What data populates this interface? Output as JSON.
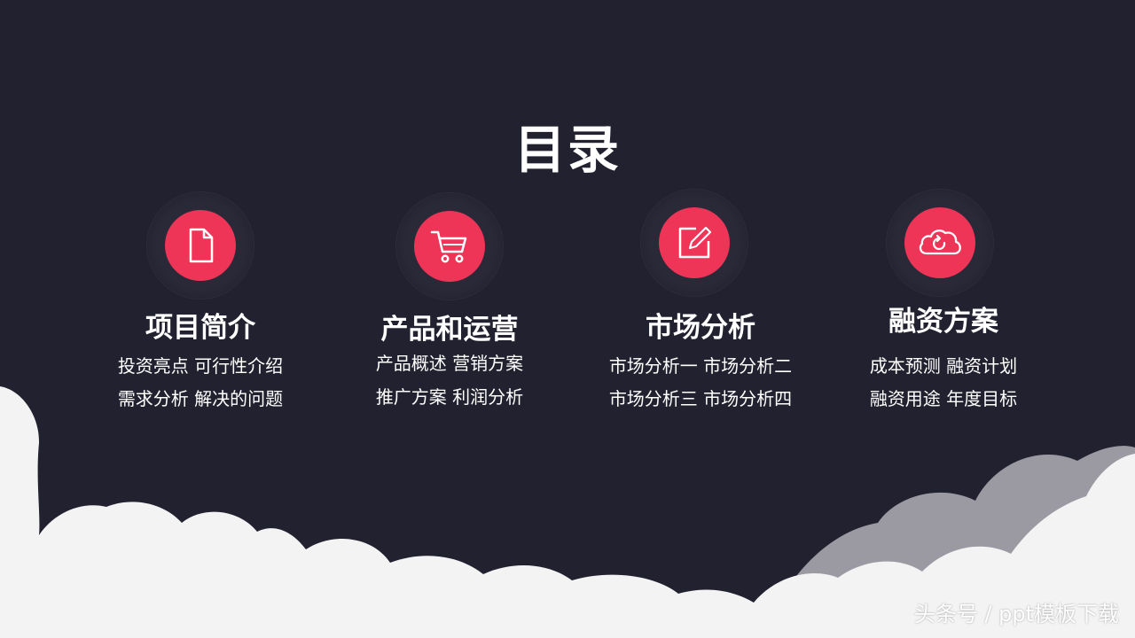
{
  "title": "目录",
  "colors": {
    "background": "#22212f",
    "accent": "#ee3557",
    "cloud_light": "#f3f3f4",
    "cloud_gray": "#9b9aa2"
  },
  "sections": [
    {
      "icon": "document-icon",
      "title": "项目简介",
      "lines": [
        "投资亮点 可行性介绍",
        "需求分析 解决的问题"
      ]
    },
    {
      "icon": "shopping-cart-icon",
      "title": "产品和运营",
      "lines": [
        "产品概述 营销方案",
        "推广方案 利润分析"
      ]
    },
    {
      "icon": "edit-icon",
      "title": "市场分析",
      "lines": [
        "市场分析一 市场分析二",
        "市场分析三 市场分析四"
      ]
    },
    {
      "icon": "cloud-sync-icon",
      "title": "融资方案",
      "lines": [
        "成本预测 融资计划",
        "融资用途 年度目标"
      ]
    }
  ],
  "watermark": "头条号 / ppt模板下载"
}
